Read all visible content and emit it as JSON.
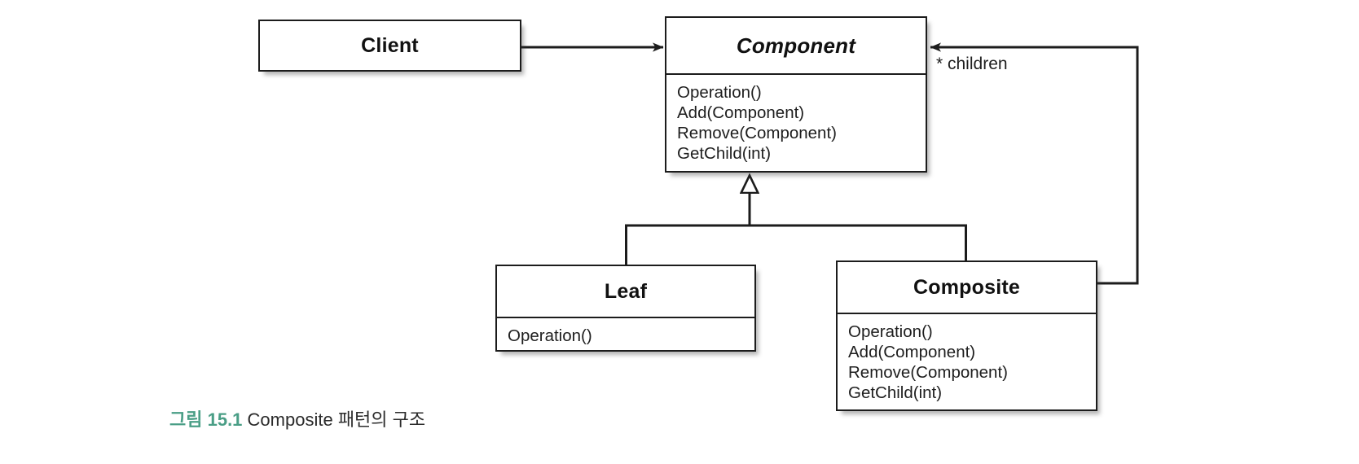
{
  "figure": {
    "caption_number": "그림 15.1",
    "caption_text": "Composite 패턴의 구조",
    "caption_number_color": "#4a9e86",
    "caption_text_color": "#2b2b2b"
  },
  "diagram": {
    "type": "uml-class-diagram",
    "pattern": "Composite",
    "background_color": "#ffffff",
    "line_color": "#1c1c1c"
  },
  "classes": {
    "client": {
      "name": "Client",
      "abstract": false,
      "operations": []
    },
    "component": {
      "name": "Component",
      "abstract": true,
      "operations": [
        "Operation()",
        "Add(Component)",
        "Remove(Component)",
        "GetChild(int)"
      ]
    },
    "leaf": {
      "name": "Leaf",
      "abstract": false,
      "operations": [
        "Operation()"
      ]
    },
    "composite": {
      "name": "Composite",
      "abstract": false,
      "operations": [
        "Operation()",
        "Add(Component)",
        "Remove(Component)",
        "GetChild(int)"
      ]
    }
  },
  "relationships": {
    "client_to_component": {
      "kind": "association",
      "arrow": "filled-open-arrow",
      "from": "Client",
      "to": "Component"
    },
    "leaf_generalization": {
      "kind": "generalization",
      "arrow": "hollow-triangle",
      "from": "Leaf",
      "to": "Component"
    },
    "composite_generalization": {
      "kind": "generalization",
      "arrow": "hollow-triangle",
      "from": "Composite",
      "to": "Component"
    },
    "composite_children": {
      "kind": "association",
      "arrow": "filled-open-arrow",
      "from": "Composite",
      "to": "Component",
      "label": "* children"
    }
  }
}
